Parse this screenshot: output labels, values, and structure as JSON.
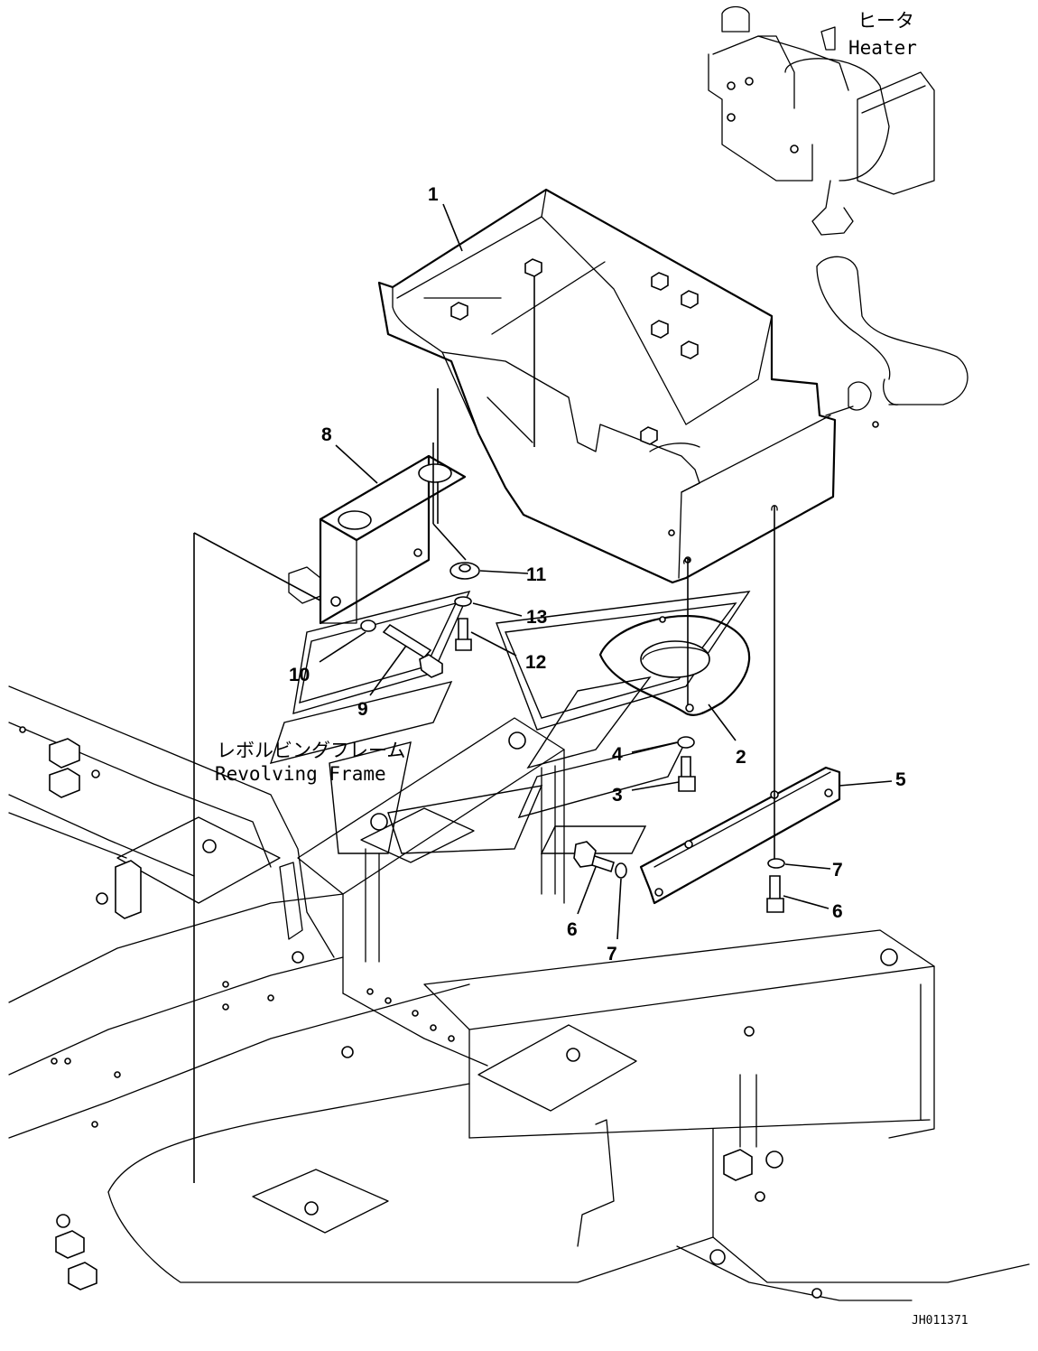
{
  "heater_label": {
    "jp": "ヒータ",
    "en": "Heater"
  },
  "frame_label": {
    "jp": "レボルビングフレーム",
    "en": "Revolving Frame"
  },
  "drawing_code": "JH011371",
  "callouts": [
    "1",
    "2",
    "3",
    "4",
    "5",
    "6",
    "6",
    "7",
    "7",
    "8",
    "9",
    "10",
    "11",
    "12",
    "13"
  ]
}
